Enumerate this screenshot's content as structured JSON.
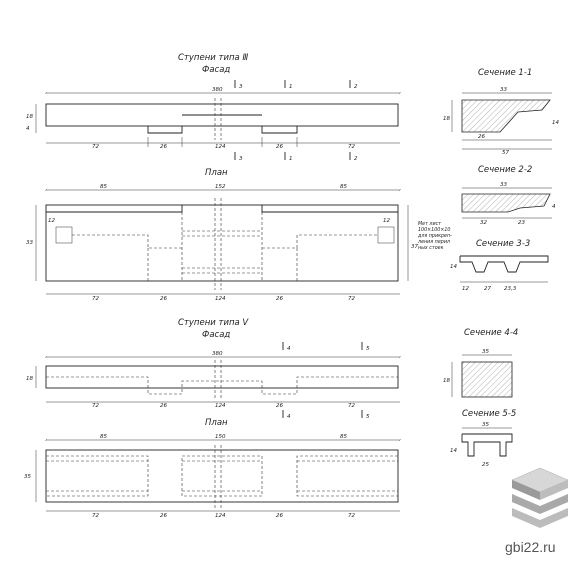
{
  "titles": {
    "type3": "Ступени типа Ⅲ",
    "facade3": "Фасад",
    "plan3": "План",
    "type5": "Ступени типа Ⅴ",
    "facade5": "Фасад",
    "plan5": "План"
  },
  "sections": {
    "s1": "Сечение 1-1",
    "s2": "Сечение 2-2",
    "s3": "Сечение 3-3",
    "s4": "Сечение 4-4",
    "s5": "Сечение 5-5"
  },
  "cut_marks": {
    "c1": "1",
    "c2": "2",
    "c3": "3",
    "c4": "4",
    "c5": "5"
  },
  "dims": {
    "total": "380",
    "left72": "72",
    "d26": "26",
    "d124": "124",
    "right72": "72",
    "left85": "85",
    "mid150": "150",
    "mid152": "152",
    "right85": "85",
    "h18": "18",
    "h14": "14",
    "h4": "4",
    "w33": "33",
    "w35": "35",
    "s1_26": "26",
    "s1_57": "57",
    "s2_32": "32",
    "s2_23": "23",
    "s3_27": "27",
    "s3_233": "23,3",
    "s5_25": "25",
    "plan_a": "12",
    "plan_b": "37"
  },
  "note": {
    "line1": "Мет лист",
    "line2": "100×100×10",
    "line3": "для прикреп-",
    "line4": "ления перил",
    "line5": "ных стоек"
  },
  "watermark": {
    "text": "gbi22.ru"
  }
}
